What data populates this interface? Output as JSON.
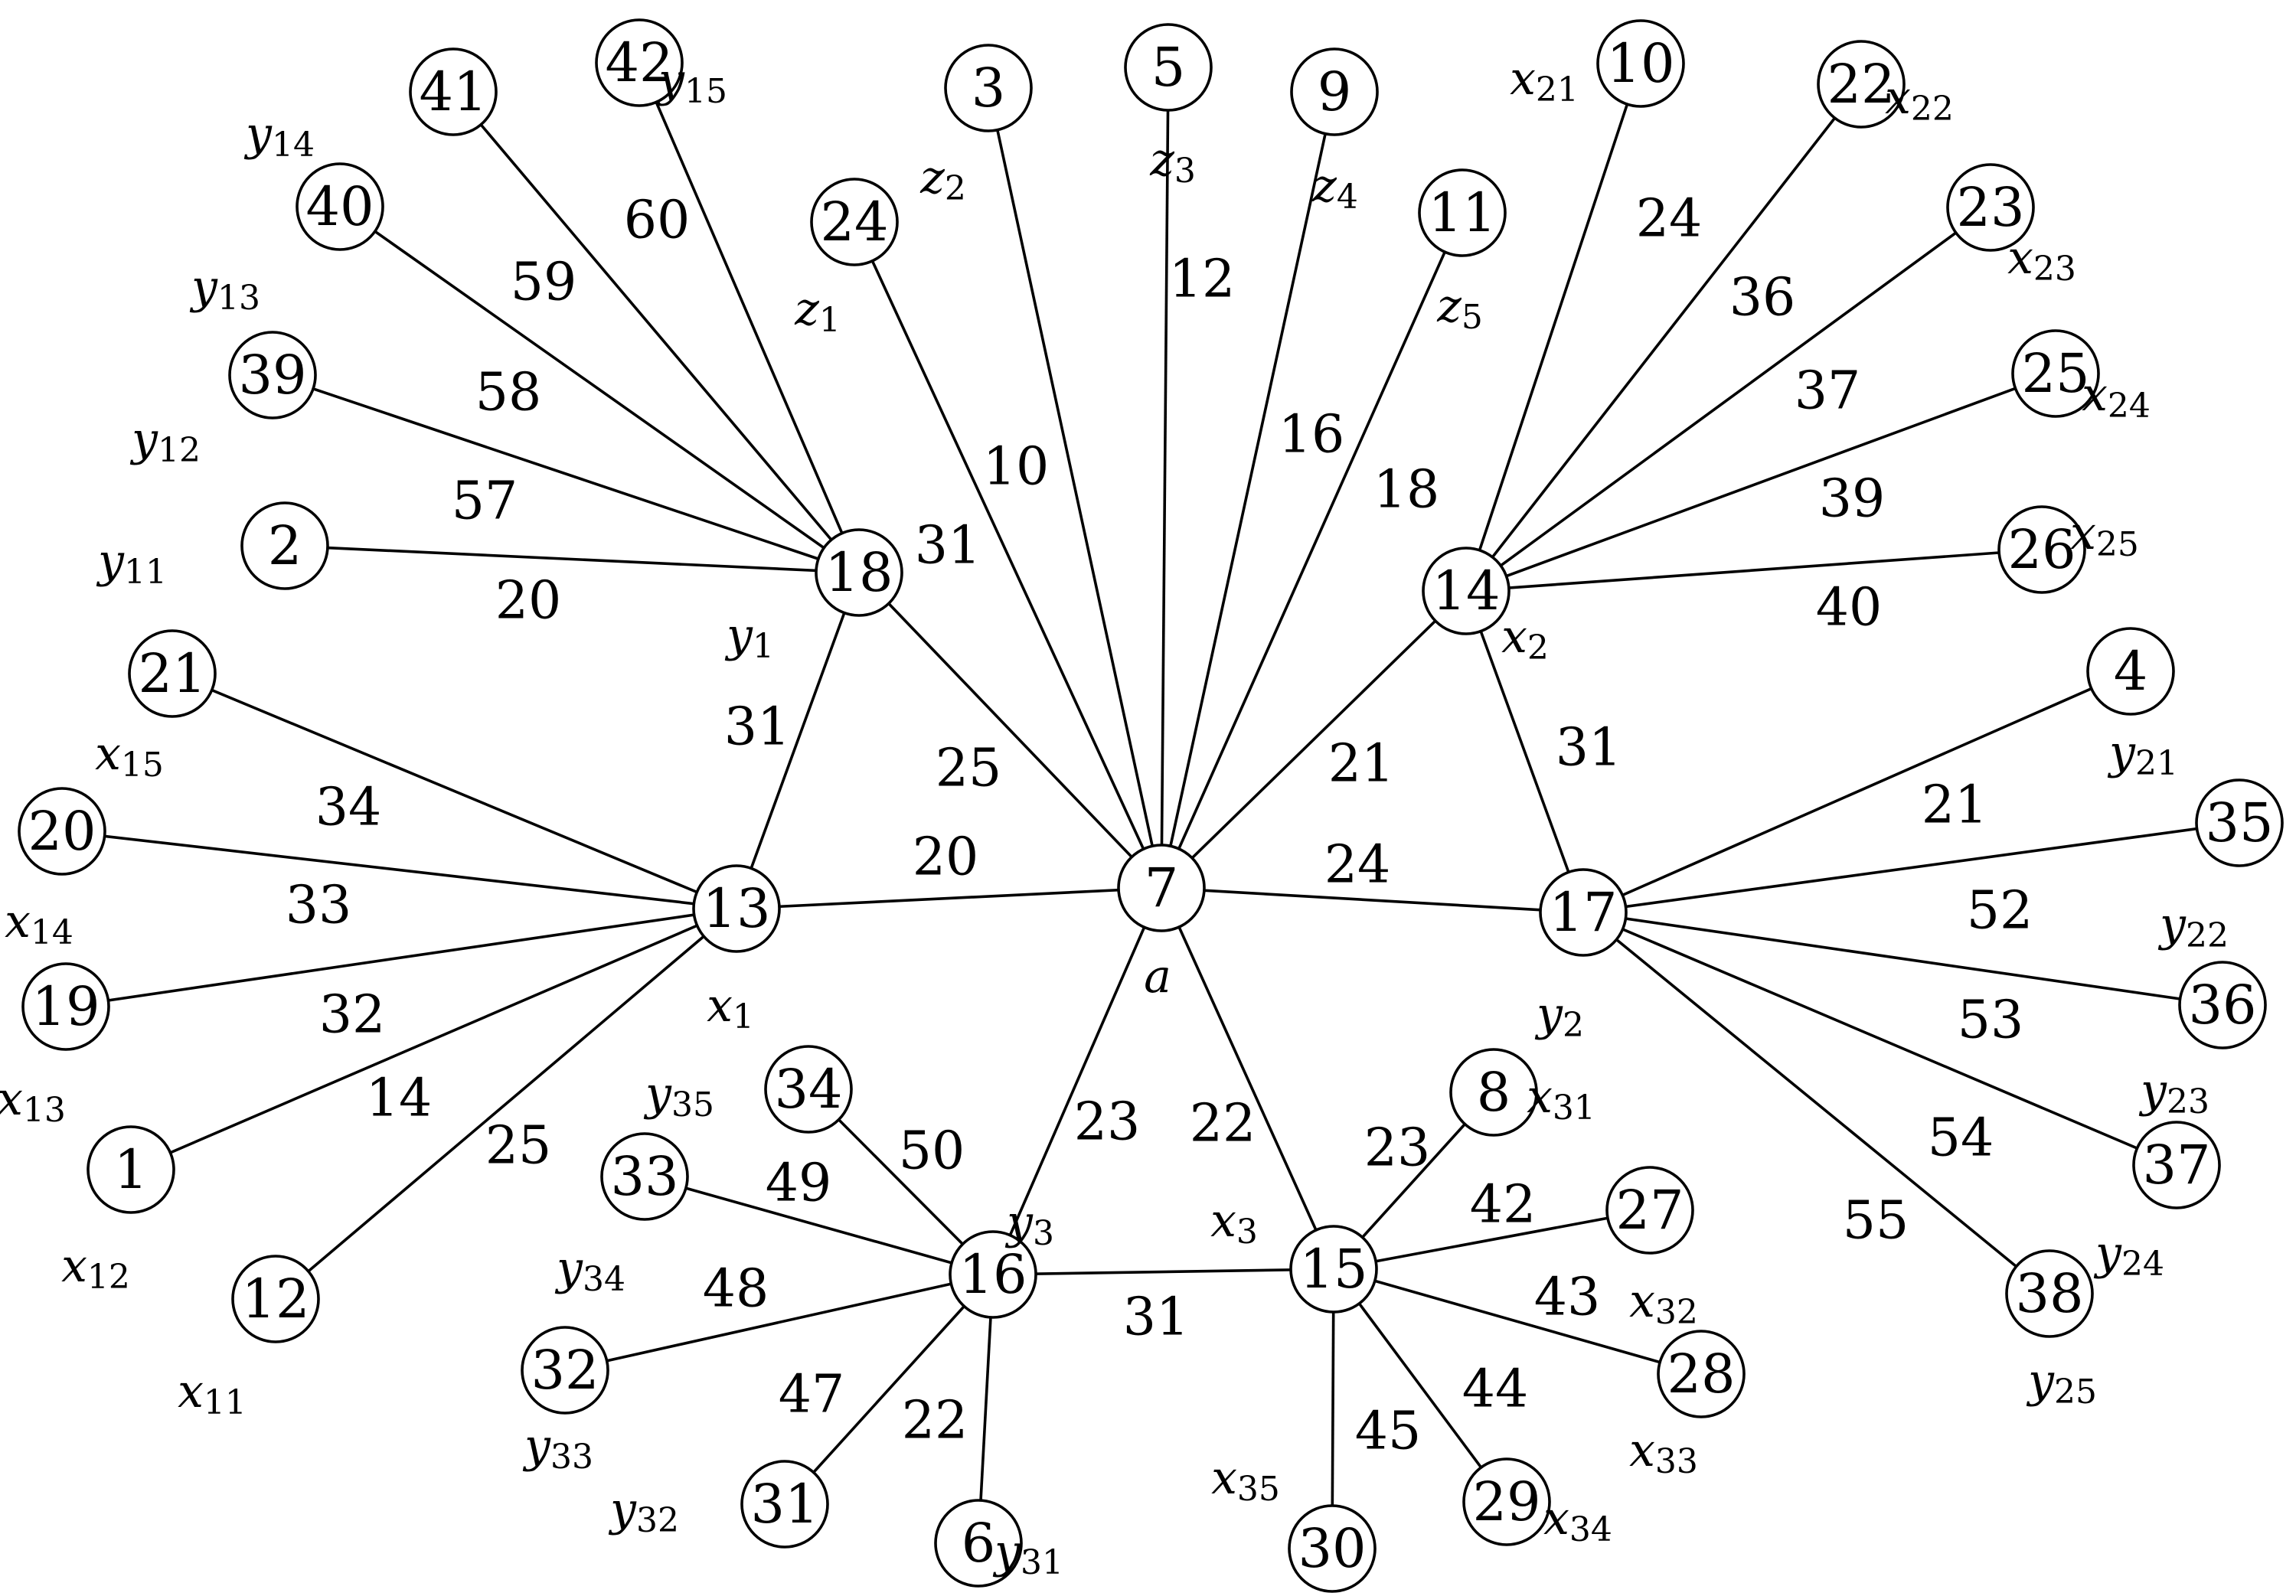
{
  "graph": {
    "nodes": [
      {
        "id": "n7",
        "label": "7",
        "var": "a"
      },
      {
        "id": "n13",
        "label": "13",
        "var": "x",
        "sub": "1"
      },
      {
        "id": "n14",
        "label": "14",
        "var": "x",
        "sub": "2"
      },
      {
        "id": "n15",
        "label": "15",
        "var": "x",
        "sub": "3"
      },
      {
        "id": "n18",
        "label": "18",
        "var": "y",
        "sub": "1"
      },
      {
        "id": "n17",
        "label": "17",
        "var": "y",
        "sub": "2"
      },
      {
        "id": "n16",
        "label": "16",
        "var": "y",
        "sub": "3"
      },
      {
        "id": "n24",
        "label": "24",
        "var": "z",
        "sub": "1"
      },
      {
        "id": "n3",
        "label": "3",
        "var": "z",
        "sub": "2"
      },
      {
        "id": "n5",
        "label": "5",
        "var": "z",
        "sub": "3"
      },
      {
        "id": "n9",
        "label": "9",
        "var": "z",
        "sub": "4"
      },
      {
        "id": "n11",
        "label": "11",
        "var": "z",
        "sub": "5"
      },
      {
        "id": "n10",
        "label": "10",
        "var": "x",
        "sub": "21"
      },
      {
        "id": "n22",
        "label": "22",
        "var": "x",
        "sub": "22"
      },
      {
        "id": "n23",
        "label": "23",
        "var": "x",
        "sub": "23"
      },
      {
        "id": "n25",
        "label": "25",
        "var": "x",
        "sub": "24"
      },
      {
        "id": "n26",
        "label": "26",
        "var": "x",
        "sub": "25"
      },
      {
        "id": "n4",
        "label": "4",
        "var": "y",
        "sub": "21"
      },
      {
        "id": "n35",
        "label": "35",
        "var": "y",
        "sub": "22"
      },
      {
        "id": "n36",
        "label": "36",
        "var": "y",
        "sub": "23"
      },
      {
        "id": "n37",
        "label": "37",
        "var": "y",
        "sub": "24"
      },
      {
        "id": "n38",
        "label": "38",
        "var": "y",
        "sub": "25"
      },
      {
        "id": "n8",
        "label": "8",
        "var": "x",
        "sub": "31"
      },
      {
        "id": "n27",
        "label": "27",
        "var": "x",
        "sub": "32"
      },
      {
        "id": "n28",
        "label": "28",
        "var": "x",
        "sub": "33"
      },
      {
        "id": "n29",
        "label": "29",
        "var": "x",
        "sub": "34"
      },
      {
        "id": "n30",
        "label": "30",
        "var": "x",
        "sub": "35"
      },
      {
        "id": "n6",
        "label": "6",
        "var": "y",
        "sub": "31"
      },
      {
        "id": "n31",
        "label": "31",
        "var": "y",
        "sub": "32"
      },
      {
        "id": "n32",
        "label": "32",
        "var": "y",
        "sub": "33"
      },
      {
        "id": "n33",
        "label": "33",
        "var": "y",
        "sub": "34"
      },
      {
        "id": "n34",
        "label": "34",
        "var": "y",
        "sub": "35"
      },
      {
        "id": "n12",
        "label": "12",
        "var": "x",
        "sub": "11"
      },
      {
        "id": "n1",
        "label": "1",
        "var": "x",
        "sub": "12"
      },
      {
        "id": "n19",
        "label": "19",
        "var": "x",
        "sub": "13"
      },
      {
        "id": "n20",
        "label": "20",
        "var": "x",
        "sub": "14"
      },
      {
        "id": "n21",
        "label": "21",
        "var": "x",
        "sub": "15"
      },
      {
        "id": "n2",
        "label": "2",
        "var": "y",
        "sub": "11"
      },
      {
        "id": "n39",
        "label": "39",
        "var": "y",
        "sub": "12"
      },
      {
        "id": "n40",
        "label": "40",
        "var": "y",
        "sub": "13"
      },
      {
        "id": "n41",
        "label": "41",
        "var": "y",
        "sub": "14"
      },
      {
        "id": "n42",
        "label": "42",
        "var": "y",
        "sub": "15"
      }
    ],
    "edges": [
      {
        "from": "n7",
        "to": "n13",
        "label": "20"
      },
      {
        "from": "n7",
        "to": "n17",
        "label": "24"
      },
      {
        "from": "n7",
        "to": "n18",
        "label": "25"
      },
      {
        "from": "n7",
        "to": "n14",
        "label": "21"
      },
      {
        "from": "n7",
        "to": "n16",
        "label": "23"
      },
      {
        "from": "n7",
        "to": "n15",
        "label": "22"
      },
      {
        "from": "n7",
        "to": "n24",
        "label": "10"
      },
      {
        "from": "n7",
        "to": "n3",
        "label": "31"
      },
      {
        "from": "n7",
        "to": "n5",
        "label": "12"
      },
      {
        "from": "n7",
        "to": "n9",
        "label": "16"
      },
      {
        "from": "n7",
        "to": "n11",
        "label": "18"
      },
      {
        "from": "n13",
        "to": "n18",
        "label": "31"
      },
      {
        "from": "n14",
        "to": "n17",
        "label": "31"
      },
      {
        "from": "n16",
        "to": "n15",
        "label": "31"
      },
      {
        "from": "n18",
        "to": "n2",
        "label": "20"
      },
      {
        "from": "n18",
        "to": "n39",
        "label": "57"
      },
      {
        "from": "n18",
        "to": "n40",
        "label": "58"
      },
      {
        "from": "n18",
        "to": "n41",
        "label": "59"
      },
      {
        "from": "n18",
        "to": "n42",
        "label": "60"
      },
      {
        "from": "n13",
        "to": "n21",
        "label": "34"
      },
      {
        "from": "n13",
        "to": "n20",
        "label": "33"
      },
      {
        "from": "n13",
        "to": "n19",
        "label": "32"
      },
      {
        "from": "n13",
        "to": "n1",
        "label": "14"
      },
      {
        "from": "n13",
        "to": "n12",
        "label": "25"
      },
      {
        "from": "n14",
        "to": "n10",
        "label": "24"
      },
      {
        "from": "n14",
        "to": "n22",
        "label": "36"
      },
      {
        "from": "n14",
        "to": "n23",
        "label": "37"
      },
      {
        "from": "n14",
        "to": "n25",
        "label": "39"
      },
      {
        "from": "n14",
        "to": "n26",
        "label": "40"
      },
      {
        "from": "n17",
        "to": "n4",
        "label": "21"
      },
      {
        "from": "n17",
        "to": "n35",
        "label": "52"
      },
      {
        "from": "n17",
        "to": "n36",
        "label": "53"
      },
      {
        "from": "n17",
        "to": "n37",
        "label": "54"
      },
      {
        "from": "n17",
        "to": "n38",
        "label": "55"
      },
      {
        "from": "n16",
        "to": "n34",
        "label": "50"
      },
      {
        "from": "n16",
        "to": "n33",
        "label": "49"
      },
      {
        "from": "n16",
        "to": "n32",
        "label": "48"
      },
      {
        "from": "n16",
        "to": "n31",
        "label": "47"
      },
      {
        "from": "n16",
        "to": "n6",
        "label": "22"
      },
      {
        "from": "n15",
        "to": "n8",
        "label": "23"
      },
      {
        "from": "n15",
        "to": "n27",
        "label": "42"
      },
      {
        "from": "n15",
        "to": "n28",
        "label": "43"
      },
      {
        "from": "n15",
        "to": "n29",
        "label": "44"
      },
      {
        "from": "n15",
        "to": "n30",
        "label": "45"
      }
    ]
  }
}
